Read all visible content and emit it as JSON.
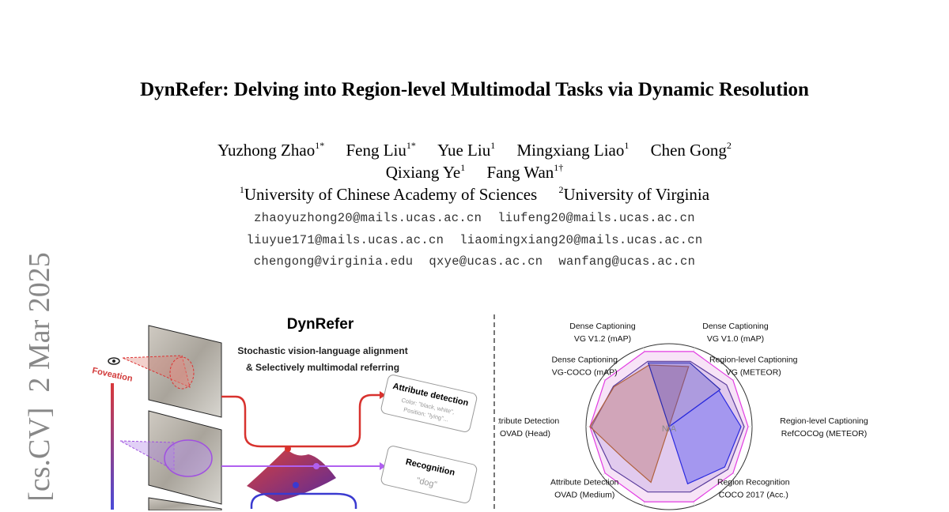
{
  "arxiv_stamp": {
    "category": "[cs.CV]",
    "date": "2 Mar 2025"
  },
  "title": "DynRefer: Delving into Region-level Multimodal Tasks via Dynamic Resolution",
  "authors": [
    {
      "name": "Yuzhong Zhao",
      "sup": "1*"
    },
    {
      "name": "Feng Liu",
      "sup": "1*"
    },
    {
      "name": "Yue Liu",
      "sup": "1"
    },
    {
      "name": "Mingxiang Liao",
      "sup": "1"
    },
    {
      "name": "Chen Gong",
      "sup": "2"
    },
    {
      "name": "Qixiang Ye",
      "sup": "1"
    },
    {
      "name": "Fang Wan",
      "sup": "1†"
    }
  ],
  "affiliations": [
    {
      "sup": "1",
      "name": "University of Chinese Academy of Sciences"
    },
    {
      "sup": "2",
      "name": "University of Virginia"
    }
  ],
  "emails": [
    [
      "zhaoyuzhong20@mails.ucas.ac.cn",
      "liufeng20@mails.ucas.ac.cn"
    ],
    [
      "liuyue171@mails.ucas.ac.cn",
      "liaomingxiang20@mails.ucas.ac.cn"
    ],
    [
      "chengong@virginia.edu",
      "qxye@ucas.ac.cn",
      "wanfang@ucas.ac.cn"
    ]
  ],
  "figure": {
    "title": "DynRefer",
    "subtitle_1": "Stochastic vision-language alignment",
    "subtitle_2": "& Selectively multimodal referring",
    "foveation_label": "Foveation",
    "box_attribute": {
      "title": "Attribute detection",
      "line1": "Color: \"black, white\",",
      "line2": "Position: \"lying\"..."
    },
    "box_recognition": {
      "title": "Recognition",
      "value": "\"dog\""
    }
  },
  "chart_data": {
    "type": "radar",
    "center_label": "N/A",
    "axes_angles_deg": [
      0,
      36,
      72,
      108,
      144,
      180,
      216,
      252,
      288,
      324
    ],
    "axes": [
      {
        "l1": "Region-level Captioning",
        "l2": "RefCOCOg (METEOR)"
      },
      {
        "l1": "Region-level Captioning",
        "l2": "VG (METEOR)"
      },
      {
        "l1": "Dense Captioning",
        "l2": "VG V1.0 (mAP)"
      },
      {
        "l1": "Dense Captioning",
        "l2": "VG V1.2 (mAP)"
      },
      {
        "l1": "Dense Captioning",
        "l2": "VG-COCO (mAP)"
      },
      {
        "l1": "Attribute Detection",
        "l2": "OVAD (Head)"
      },
      {
        "l1": "Attribute Detection",
        "l2": "OVAD (Medium)"
      },
      {
        "l1": "",
        "l2": ""
      },
      {
        "l1": "",
        "l2": ""
      },
      {
        "l1": "Region Recognition",
        "l2": "COCO 2017 (Acc.)"
      }
    ],
    "rings": [
      0.2,
      0.4,
      0.6,
      0.8,
      1.05
    ],
    "series": [
      {
        "name": "magenta",
        "values": [
          1,
          1,
          1,
          1,
          1,
          1,
          1,
          1,
          1,
          1
        ],
        "fill": "#f7e3f7",
        "stroke": "#e23be2"
      },
      {
        "name": "purple",
        "values": [
          0.95,
          0.9,
          0.87,
          0.87,
          0.87,
          0.98,
          0.9,
          0.87,
          0.87,
          0.92
        ],
        "fill": "rgba(130,90,200,0.18)",
        "stroke": "#5a3c9c"
      },
      {
        "name": "brown",
        "values": [
          0,
          0,
          0.8,
          0.82,
          0.86,
          1.0,
          0.7,
          0.74,
          0,
          0
        ],
        "fill": "rgba(190,120,120,0.45)",
        "stroke": "#b0603c"
      },
      {
        "name": "blue-dark",
        "values": [
          0,
          0.8,
          0.85,
          0.85,
          0,
          0,
          0,
          0,
          0,
          0
        ],
        "fill": "rgba(90,80,200,0.38)",
        "stroke": "#2a2ab0"
      },
      {
        "name": "blue",
        "values": [
          0.91,
          0.78,
          0,
          0,
          0,
          0,
          0,
          0,
          0.76,
          0.87
        ],
        "fill": "rgba(80,80,240,0.42)",
        "stroke": "#2a2ae0"
      }
    ]
  }
}
